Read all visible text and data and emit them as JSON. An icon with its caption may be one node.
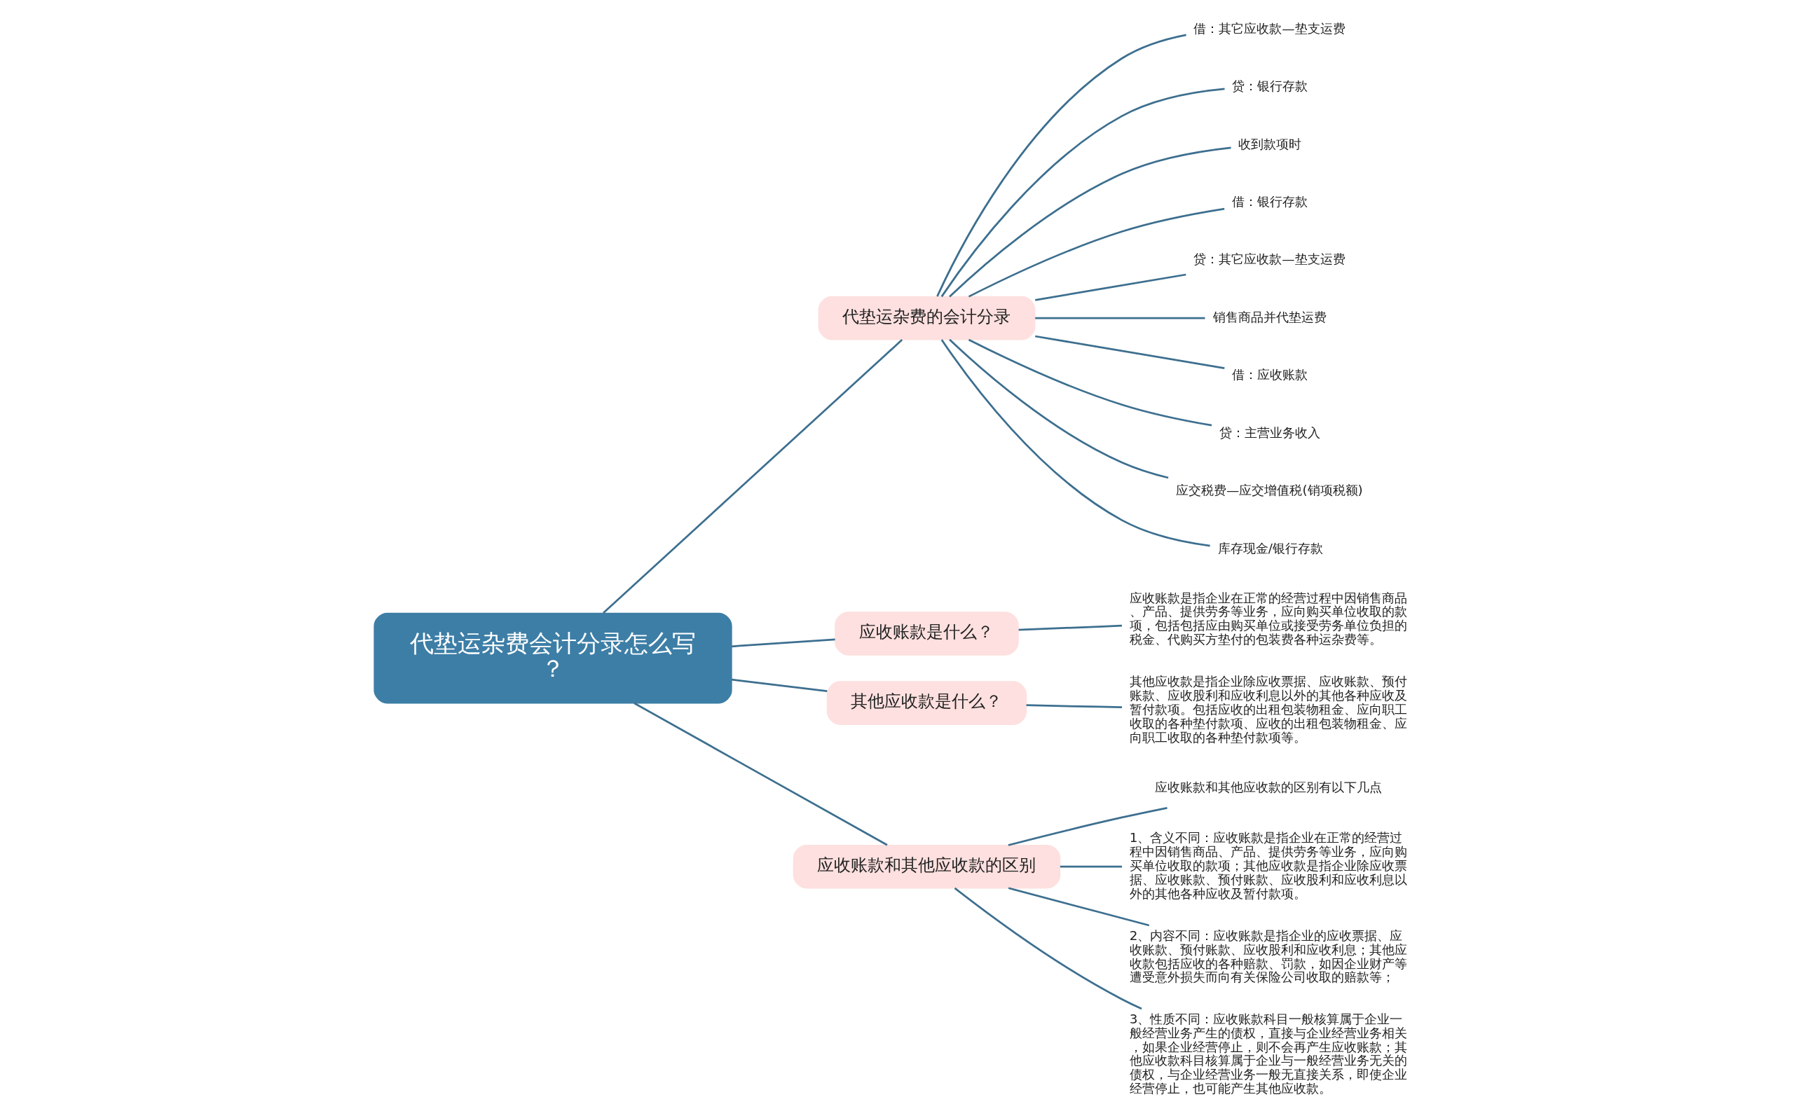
{
  "diagram": {
    "nodes": [
      {
        "text": [
          "代垫运杂费会计分录怎么写？"
        ]
      },
      {
        "text": [
          "代垫运杂费的会计分录"
        ]
      },
      {
        "text": [
          "借：其它应收款—垫支运费"
        ]
      },
      {
        "text": [
          "贷：银行存款"
        ]
      },
      {
        "text": [
          "收到款项时"
        ]
      },
      {
        "text": [
          "借：银行存款"
        ]
      },
      {
        "text": [
          "贷：其它应收款—垫支运费"
        ]
      },
      {
        "text": [
          "销售商品并代垫运费"
        ]
      },
      {
        "text": [
          "借：应收账款"
        ]
      },
      {
        "text": [
          "贷：主营业务收入"
        ]
      },
      {
        "text": [
          "应交税费—应交增值税(销项税额)"
        ]
      },
      {
        "text": [
          "库存现金/银行存款"
        ]
      },
      {
        "text": [
          "应收账款是什么？"
        ]
      },
      {
        "text": [
          "应收账款是指企业在正常的经营过程中因销售商品、产品、提供劳务等业务，应向购买单位收取的款项，包括包括应由购买单位或接受劳务单位负担的税金、代购买方垫付的包装费各种运杂费等。"
        ]
      },
      {
        "text": [
          "其他应收款是什么？"
        ]
      },
      {
        "text": [
          "其他应收款是指企业除应收票据、应收账款、预付账款、应收股利和应收利息以外的其他各种应收及暂付款项。包括应收的出租包装物租金、应向职工收取的各种垫付款项、应收的出租包装物租金、应向职工收取的各种垫付款项等。"
        ]
      },
      {
        "text": [
          "应收账款和其他应收款的区别"
        ]
      },
      {
        "text": [
          "应收账款和其他应收款的区别有以下几点"
        ]
      },
      {
        "text": [
          "1、含义不同：应收账款是指企业在正常的经营过程中因销售商品、产品、提供劳务等业务，应向购买单位收取的款项；其他应收款是指企业除应收票据、应收账款、预付账款、应收股利和应收利息以外的其他各种应收及暂付款项。"
        ]
      },
      {
        "text": [
          "2、内容不同：应收账款是指企业的应收票据、应收账款、预付账款、应收股利和应收利息；其他应收款包括应收的各种赔款、罚款，如因企业财产等遭受意外损失而向有关保险公司收取的赔款等；"
        ]
      },
      {
        "text": [
          "3、性质不同：应收账款科目一般核算属于企业一般经营业务产生的债权，直接与企业经营业务相关，如果企业经营停止，则不会再产生应收账款；其他应收款科目核算属于企业与一般经营业务无关的债权，与企业经营业务一般无直接关系，即使企业经营停止，也可能产生其他应收款。"
        ]
      }
    ],
    "edges": [
      {
        "from": 0,
        "to": 1,
        "arrow": "none"
      },
      {
        "from": 1,
        "to": 2,
        "arrow": "none"
      },
      {
        "from": 1,
        "to": 3,
        "arrow": "none"
      },
      {
        "from": 1,
        "to": 4,
        "arrow": "none"
      },
      {
        "from": 1,
        "to": 5,
        "arrow": "none"
      },
      {
        "from": 1,
        "to": 6,
        "arrow": "none"
      },
      {
        "from": 1,
        "to": 7,
        "arrow": "none"
      },
      {
        "from": 1,
        "to": 8,
        "arrow": "none"
      },
      {
        "from": 1,
        "to": 9,
        "arrow": "none"
      },
      {
        "from": 1,
        "to": 10,
        "arrow": "none"
      },
      {
        "from": 1,
        "to": 11,
        "arrow": "none"
      },
      {
        "from": 0,
        "to": 12,
        "arrow": "none"
      },
      {
        "from": 12,
        "to": 13,
        "arrow": "none"
      },
      {
        "from": 0,
        "to": 14,
        "arrow": "none"
      },
      {
        "from": 14,
        "to": 15,
        "arrow": "none"
      },
      {
        "from": 0,
        "to": 16,
        "arrow": "none"
      },
      {
        "from": 16,
        "to": 17,
        "arrow": "none"
      },
      {
        "from": 16,
        "to": 18,
        "arrow": "none"
      },
      {
        "from": 16,
        "to": 19,
        "arrow": "none"
      },
      {
        "from": 16,
        "to": 20,
        "arrow": "none"
      }
    ]
  }
}
